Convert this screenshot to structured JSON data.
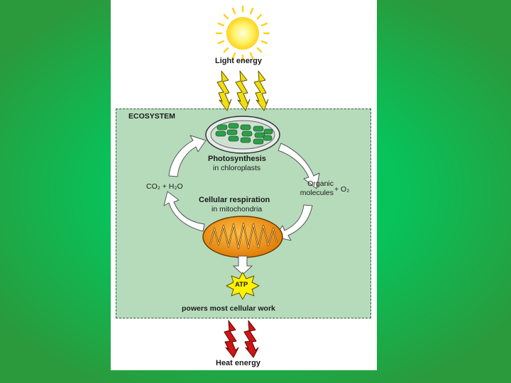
{
  "labels": {
    "light_energy": "Light energy",
    "ecosystem": "ECOSYSTEM",
    "photosynthesis": "Photosynthesis",
    "in_chloroplasts": "in chloroplasts",
    "co2_h2o": "CO₂ + H₂O",
    "organic_molecules": "Organic molecules",
    "plus_o2": "+ O₂",
    "cellular_respiration": "Cellular respiration",
    "in_mitochondria": "in mitochondria",
    "atp": "ATP",
    "powers_work": "powers most cellular work",
    "heat_energy": "Heat energy"
  },
  "colors": {
    "background_green": "#00c462",
    "ecosystem_fill": "#b6dbbb",
    "sun_yellow": "#fff36a",
    "light_arrow_yellow": "#f2dd12",
    "heat_arrow_red": "#d01515",
    "mitochondrion_orange": "#f29a1a",
    "chloroplast_green": "#2f9e4a"
  }
}
